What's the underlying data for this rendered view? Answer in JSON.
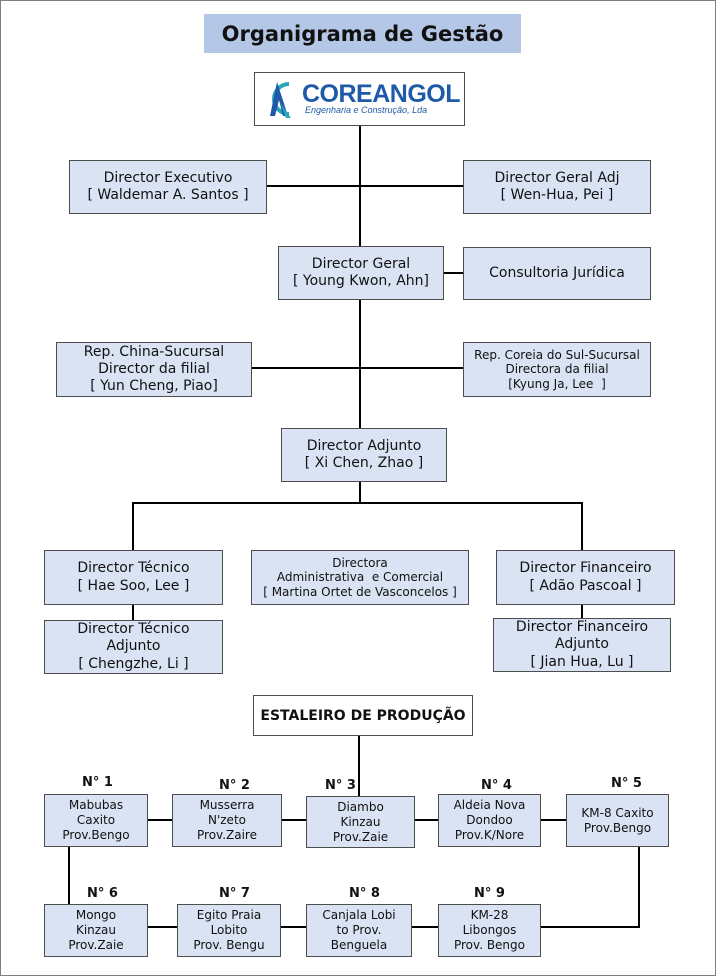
{
  "title": "Organigrama de Gestão",
  "logo": {
    "name": "COREANGOL",
    "subtitle": "Engenharia e Construção, Lda"
  },
  "boxes": {
    "director_executivo": [
      "Director Executivo",
      "[ Waldemar A. Santos ]"
    ],
    "director_geral_adj": [
      "Director Geral Adj",
      "[ Wen-Hua, Pei ]"
    ],
    "director_geral": [
      "Director Geral",
      "[ Young Kwon, Ahn]"
    ],
    "consultoria_juridica": [
      "Consultoria Jurídica"
    ],
    "rep_china": [
      "Rep. China-Sucursal",
      "Director da filial",
      "[ Yun Cheng, Piao]"
    ],
    "rep_coreia": [
      "Rep. Coreia do Sul-Sucursal",
      "Directora da filial",
      "[Kyung Ja, Lee  ]"
    ],
    "director_adjunto": [
      "Director Adjunto",
      "[ Xi Chen, Zhao ]"
    ],
    "director_tecnico": [
      "Director Técnico",
      "[ Hae Soo, Lee ]"
    ],
    "directora_administrativa": [
      "Directora",
      "Administrativa  e Comercial",
      "[ Martina Ortet de Vasconcelos ]"
    ],
    "director_financeiro": [
      "Director Financeiro",
      "[ Adão Pascoal ]"
    ],
    "director_tecnico_adjunto": [
      "Director Técnico",
      "Adjunto",
      "[ Chengzhe, Li ]"
    ],
    "director_financeiro_adjunto": [
      "Director Financeiro",
      "Adjunto",
      "[ Jian Hua, Lu ]"
    ]
  },
  "production": {
    "title": "ESTALEIRO DE PRODUÇÃO",
    "sites": [
      {
        "number": "N° 1",
        "lines": [
          "Mabubas",
          "Caxito",
          "Prov.Bengo"
        ]
      },
      {
        "number": "N° 2",
        "lines": [
          "Musserra",
          "N'zeto",
          "Prov.Zaire"
        ]
      },
      {
        "number": "N° 3",
        "lines": [
          "Diambo",
          "Kinzau",
          "Prov.Zaie"
        ]
      },
      {
        "number": "N° 4",
        "lines": [
          "Aldeia Nova",
          "Dondoo",
          "Prov.K/Nore"
        ]
      },
      {
        "number": "N° 5",
        "lines": [
          "KM-8 Caxito",
          "Prov.Bengo"
        ]
      },
      {
        "number": "N° 6",
        "lines": [
          "Mongo",
          "Kinzau",
          "Prov.Zaie"
        ]
      },
      {
        "number": "N° 7",
        "lines": [
          "Egito Praia",
          "Lobito",
          "Prov. Bengu"
        ]
      },
      {
        "number": "N° 8",
        "lines": [
          "Canjala Lobi",
          "to Prov.",
          "Benguela"
        ]
      },
      {
        "number": "N° 9",
        "lines": [
          "KM-28",
          "Libongos",
          "Prov. Bengo"
        ]
      }
    ]
  },
  "colors": {
    "box_fill": "#dae3f3",
    "title_fill": "#b4c7e7",
    "logo_blue": "#1e5aa8",
    "logo_teal": "#2aa6b8"
  }
}
